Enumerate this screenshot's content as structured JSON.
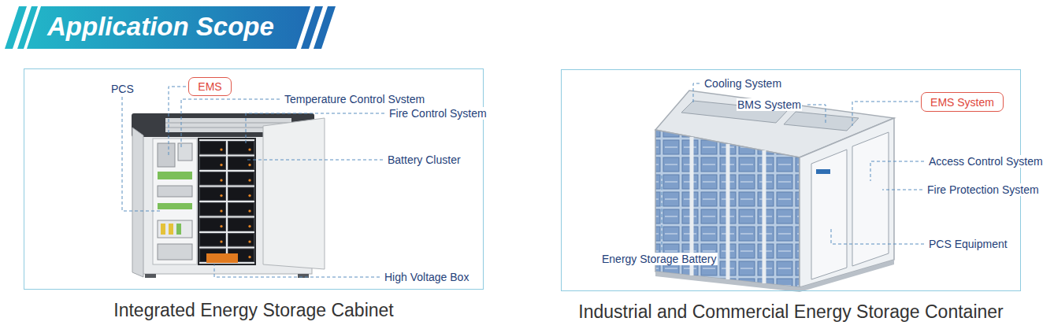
{
  "diagram": {
    "title": "Application Scope",
    "nodes": [
      {
        "text": [
          "Integrated Energy Storage Cabinet"
        ]
      },
      {
        "text": [
          "EMS"
        ],
        "in": 0
      },
      {
        "text": [
          "Industrial and Commercial Energy Storage Container"
        ]
      },
      {
        "text": [
          "EMS System"
        ],
        "in": 2
      }
    ],
    "labels": [
      "PCS",
      "Temperature Control Svstem",
      "Fire Control System",
      "Battery Cluster",
      "High Voltage Box",
      "Cooling System",
      "BMS System",
      "Access Control System",
      "Fire Protection System",
      "PCS Equipment",
      "Energy Storage Battery"
    ]
  }
}
